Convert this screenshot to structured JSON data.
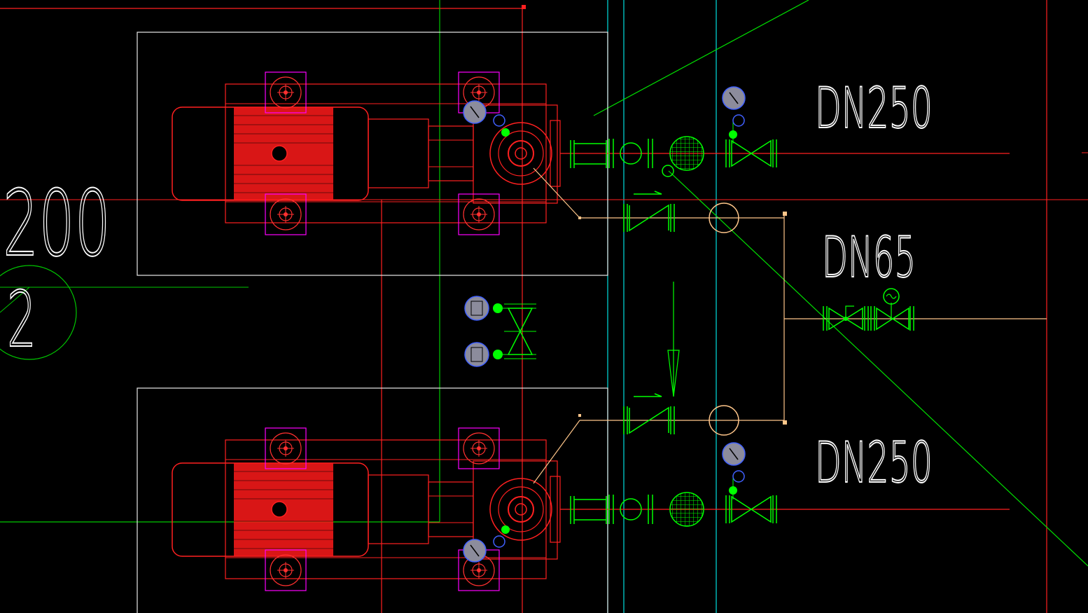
{
  "drawing": {
    "labels": {
      "size_top": "DN250",
      "size_mid": "DN65",
      "size_bottom": "DN250",
      "left_number": "200",
      "grid_bubble": "2"
    }
  },
  "colors": {
    "background": "#000000",
    "equipment": "#ff2020",
    "motor_fill": "#ff1a1a",
    "bolt": "#ff00ff",
    "pipe_green": "#00ff00",
    "grid_cyan": "#00e0e0",
    "grid_green": "#00c800",
    "base_white": "#e8e8e8",
    "orange_line": "#ffc68a",
    "gauge_blue": "#4060ff",
    "gauge_fill": "#8c8c9c"
  },
  "icons": [
    "pressure-gauge-icon",
    "gate-valve-icon",
    "check-valve-icon",
    "y-strainer-icon",
    "pressure-switch-icon",
    "solenoid-valve-icon"
  ]
}
